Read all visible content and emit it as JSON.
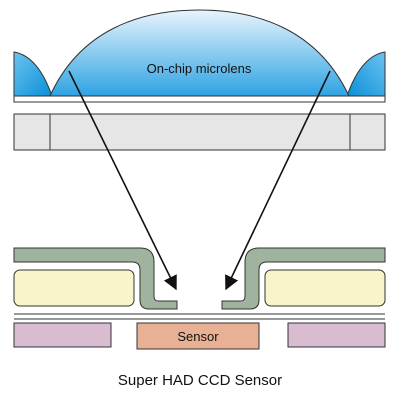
{
  "labels": {
    "microlens": "On-chip microlens",
    "sensor": "Sensor",
    "caption": "Super HAD CCD Sensor"
  },
  "colors": {
    "microlens_fill_light": "#e8f4fc",
    "microlens_fill_dark": "#0a8fd8",
    "color_filter_fill": "#e6e6e6",
    "light_shield_fill": "#9fb39f",
    "electrode_fill": "#f7f5c9",
    "substrate_fill": "#d9bcd0",
    "sensor_fill": "#e8b094",
    "outline": "#333333",
    "arrow": "#111111"
  }
}
